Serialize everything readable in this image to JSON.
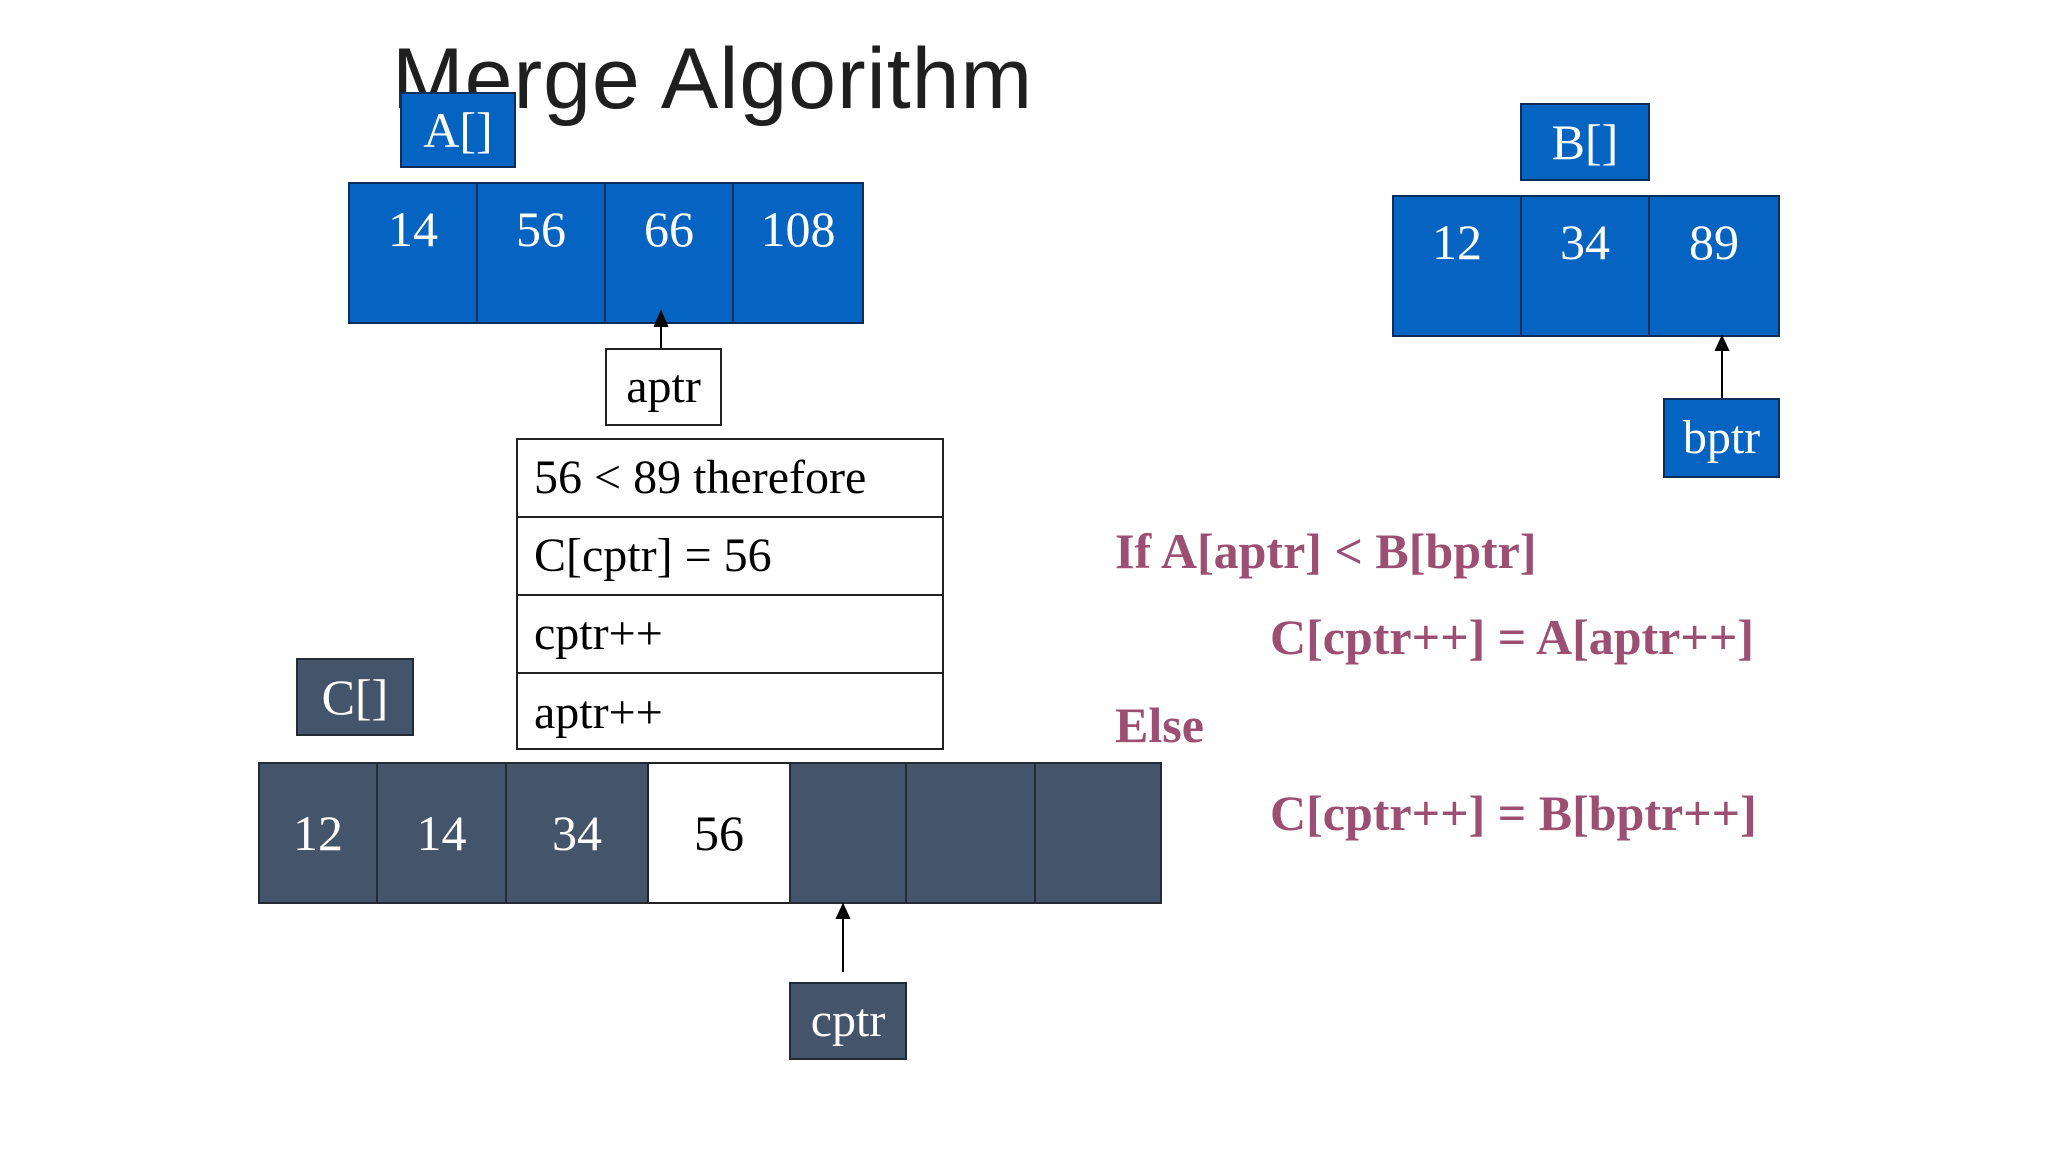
{
  "title": "Merge Algorithm",
  "array_a": {
    "label": "A[]",
    "cells": [
      "14",
      "56",
      "66",
      "108"
    ]
  },
  "array_b": {
    "label": "B[]",
    "cells": [
      "12",
      "34",
      "89"
    ]
  },
  "array_c": {
    "label": "C[]",
    "cells": [
      "12",
      "14",
      "34",
      "56",
      "",
      "",
      ""
    ],
    "highlight_index": 3
  },
  "pointers": {
    "aptr": "aptr",
    "bptr": "bptr",
    "cptr": "cptr"
  },
  "steps": [
    "56 < 89 therefore",
    "C[cptr] = 56",
    "cptr++",
    "aptr++"
  ],
  "pseudocode": {
    "if_line": "If A[aptr] < B[bptr]",
    "then_line": "C[cptr++] = A[aptr++]",
    "else_line": "Else",
    "else_body": "C[cptr++] = B[bptr++]"
  },
  "colors": {
    "blue": "#0563c1",
    "slate": "#44546a",
    "code": "#9c4f72"
  }
}
